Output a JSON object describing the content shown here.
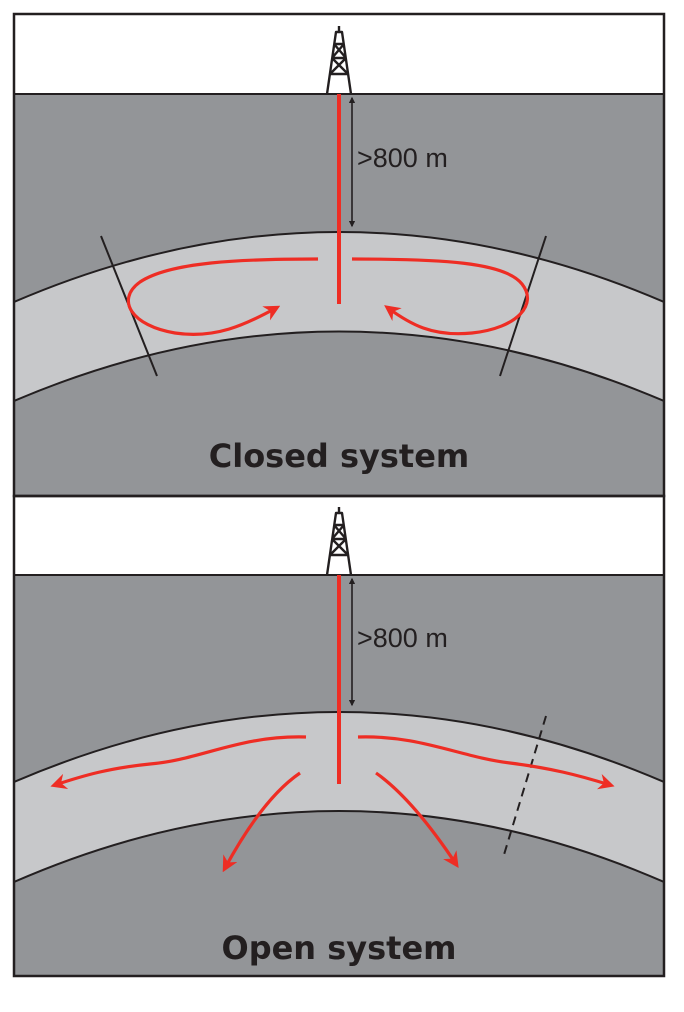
{
  "panels": [
    {
      "id": "closed",
      "caption": "Closed system",
      "depth_label": ">800 m"
    },
    {
      "id": "open",
      "caption": "Open system",
      "depth_label": ">800 m"
    }
  ],
  "colors": {
    "sky": "#ffffff",
    "rock": "#939598",
    "reservoir": "#c7c8ca",
    "outline": "#231f20",
    "injection": "#ee2d24"
  },
  "icons": [
    "drilling-rig-icon"
  ]
}
